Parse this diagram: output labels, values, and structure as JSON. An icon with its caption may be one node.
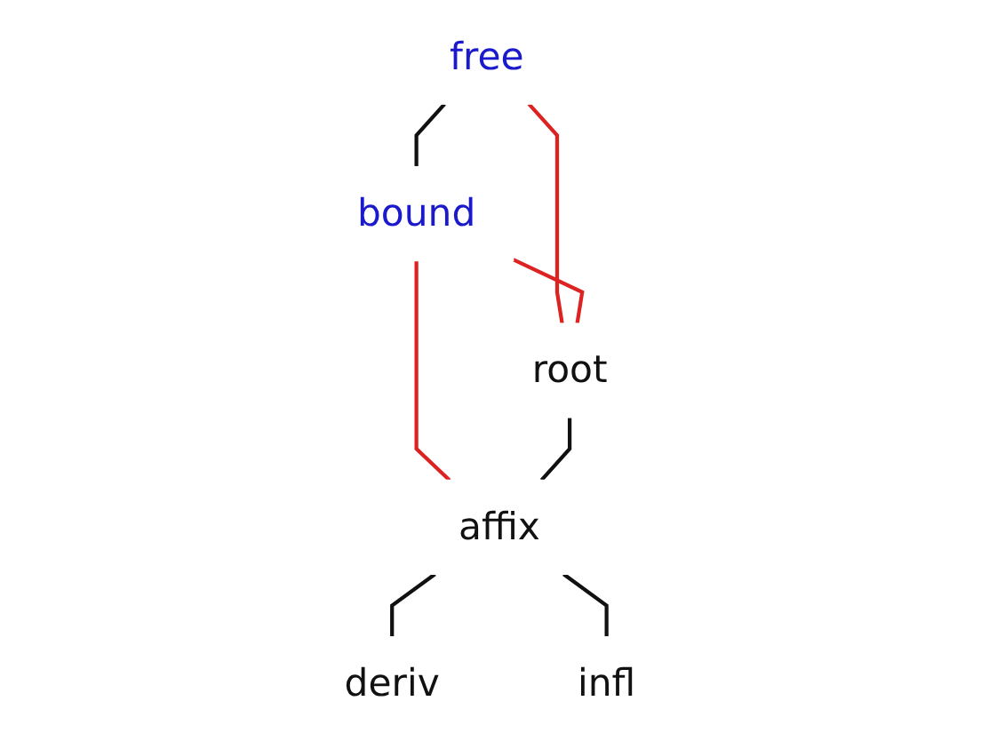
{
  "diagram": {
    "nodes": [
      {
        "text": [
          "free"
        ]
      },
      {
        "text": [
          "bound"
        ]
      },
      {
        "text": [
          "root"
        ]
      },
      {
        "text": [
          "affix"
        ]
      },
      {
        "text": [
          "deriv"
        ]
      },
      {
        "text": [
          "infl"
        ]
      }
    ],
    "edges": [
      {
        "from": 0,
        "to": 1,
        "arrow": "none"
      },
      {
        "from": 0,
        "to": 2,
        "arrow": "none",
        "color": "#dd2222"
      },
      {
        "from": 1,
        "to": 2,
        "arrow": "none",
        "color": "#dd2222"
      },
      {
        "from": 1,
        "to": 3,
        "arrow": "none",
        "color": "#dd2222"
      },
      {
        "from": 2,
        "to": 3,
        "arrow": "none"
      },
      {
        "from": 3,
        "to": 4,
        "arrow": "none"
      },
      {
        "from": 3,
        "to": 5,
        "arrow": "none"
      }
    ]
  }
}
